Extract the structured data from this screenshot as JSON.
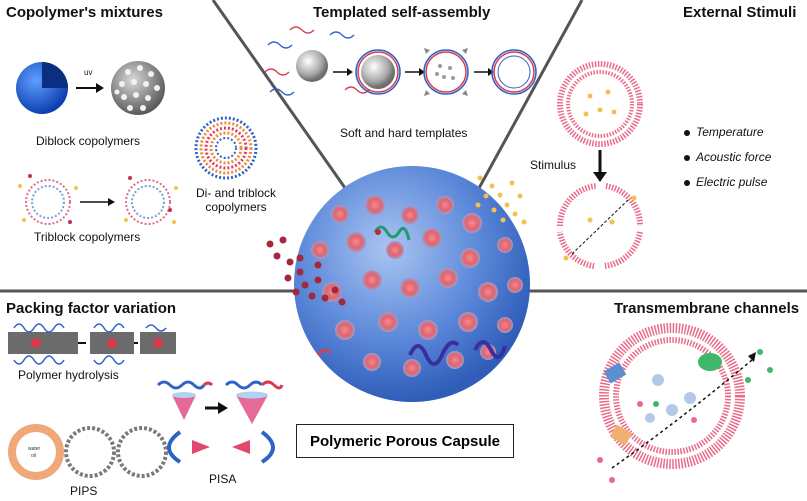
{
  "sections": {
    "copolymer_mixtures": {
      "title": "Copolymer's mixtures",
      "uv_label": "uv",
      "diblock_label": "Diblock copolymers",
      "triblock_label": "Triblock copolymers",
      "di_tri_label_line1": "Di- and triblock",
      "di_tri_label_line2": "copolymers"
    },
    "templated_self_assembly": {
      "title": "Templated self-assembly",
      "templates_label": "Soft and hard templates"
    },
    "external_stimuli": {
      "title": "External Stimuli",
      "stimulus_label": "Stimulus",
      "stimuli": [
        "Temperature",
        "Acoustic force",
        "Electric pulse"
      ]
    },
    "packing_factor_variation": {
      "title": "Packing factor variation",
      "hydrolysis_label": "Polymer hydrolysis",
      "pips_label": "PIPS",
      "pisa_label": "PISA",
      "water_label": "water",
      "oil_label": "oil"
    },
    "transmembrane_channels": {
      "title": "Transmembrane channels"
    },
    "center": {
      "title": "Polymeric Porous Capsule"
    }
  },
  "colors": {
    "capsule_blue": "#4f7fd6",
    "pore_red": "#e0646e",
    "membrane_pink": "#e96b8a",
    "particle_yellow": "#f2c14e",
    "dark_red": "#a3283f",
    "polymer_purple": "#4a3aa8",
    "divider": "#555555"
  }
}
